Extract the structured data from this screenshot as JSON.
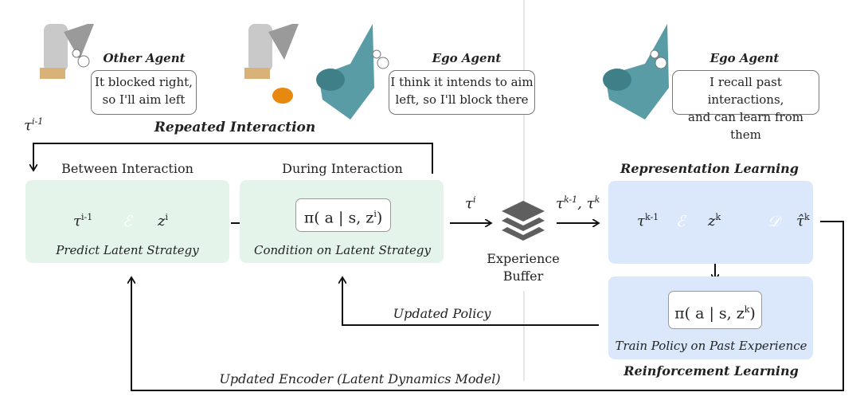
{
  "scenes": [
    {
      "agent_label": "Other Agent",
      "speech": [
        "It blocked right,",
        "so I'll aim left"
      ]
    },
    {
      "agent_label": "Ego Agent",
      "speech": [
        "I think it intends to aim",
        "left, so I'll block there"
      ]
    },
    {
      "agent_label": "Ego Agent",
      "speech": [
        "I recall past interactions,",
        "and can learn from them"
      ]
    }
  ],
  "loop": {
    "label": "Repeated Interaction",
    "tau_prev": "τ",
    "tau_prev_sup": "i-1"
  },
  "between": {
    "title": "Between Interaction",
    "input": "τ",
    "input_sup": "i-1",
    "encoder": "ℰ",
    "latent": "z",
    "latent_sup": "i",
    "caption": "Predict Latent Strategy"
  },
  "during": {
    "title": "During Interaction",
    "policy": "π( a | s, z",
    "policy_sup": "i",
    "policy_end": ")",
    "caption": "Condition on Latent Strategy"
  },
  "buffer": {
    "tau_in": "τ",
    "tau_in_sup": "i",
    "label_1": "Experience",
    "label_2": "Buffer",
    "tau_out": "τ",
    "tau_out_sup": "k-1",
    "tau_out_sep": ", τ",
    "tau_out_sup2": "k",
    "icon": "layers-icon"
  },
  "representation": {
    "title": "Representation Learning",
    "input": "τ",
    "input_sup": "k-1",
    "encoder": "ℰ",
    "latent": "z",
    "latent_sup": "k",
    "decoder": "𝒟",
    "output": "τ̂",
    "output_sup": "k"
  },
  "reinforcement": {
    "title": "Reinforcement Learning",
    "policy": "π( a | s, z",
    "policy_sup": "k",
    "policy_end": ")",
    "caption": "Train Policy on Past Experience"
  },
  "feedback": {
    "updated_policy": "Updated Policy",
    "updated_encoder": "Updated Encoder (Latent Dynamics Model)"
  },
  "colors": {
    "green_box": "#e4f4ea",
    "blue_box": "#dbe8fb",
    "trapezoid": "#5f5f5f",
    "ego_robot": "#4e8f98",
    "puck": "#e8890f"
  }
}
